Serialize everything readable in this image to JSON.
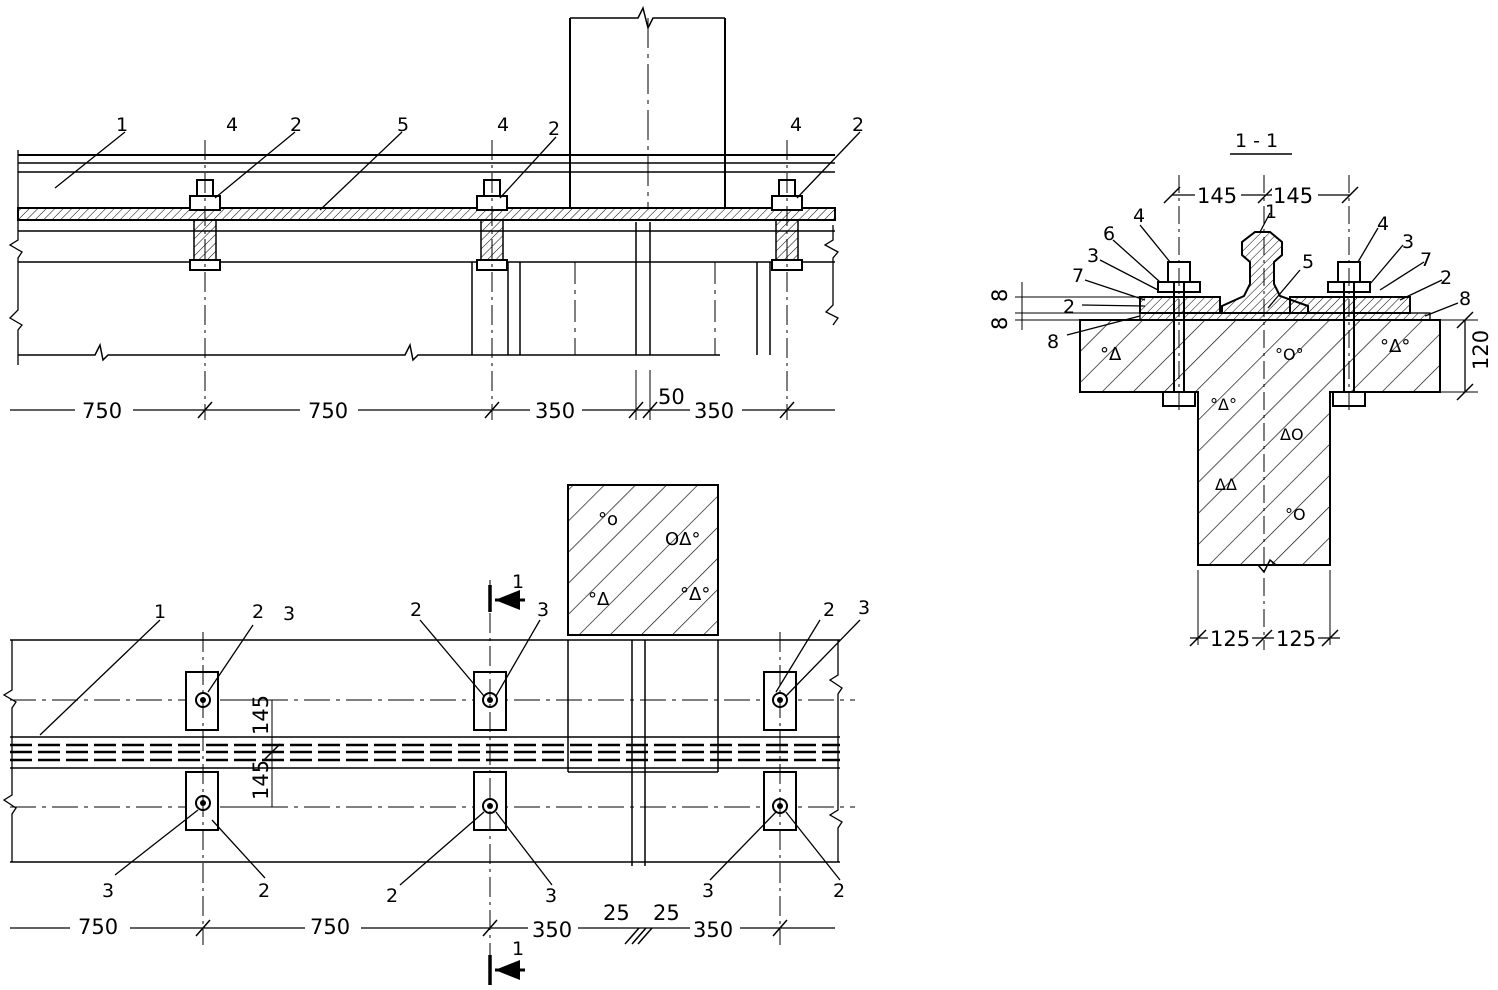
{
  "elevation": {
    "callouts": [
      "1",
      "4",
      "2",
      "5",
      "4",
      "2",
      "4",
      "2"
    ],
    "dimensions": [
      "750",
      "750",
      "350",
      "50",
      "350"
    ]
  },
  "plan": {
    "callouts": [
      "1",
      "2",
      "3",
      "2",
      "3",
      "2",
      "3",
      "3",
      "2",
      "2",
      "3",
      "3",
      "2"
    ],
    "dimensions": [
      "750",
      "750",
      "350",
      "25",
      "25",
      "350",
      "145",
      "145"
    ],
    "section_marks": [
      "1",
      "1"
    ]
  },
  "section": {
    "title": "1 - 1",
    "callouts": [
      "4",
      "6",
      "3",
      "7",
      "2",
      "8",
      "1",
      "5",
      "4",
      "3",
      "7",
      "2",
      "8"
    ],
    "dimensions": [
      "145",
      "145",
      "8",
      "8",
      "120",
      "125",
      "125"
    ]
  },
  "colors": {
    "ink": "#000000",
    "paper": "#ffffff"
  }
}
